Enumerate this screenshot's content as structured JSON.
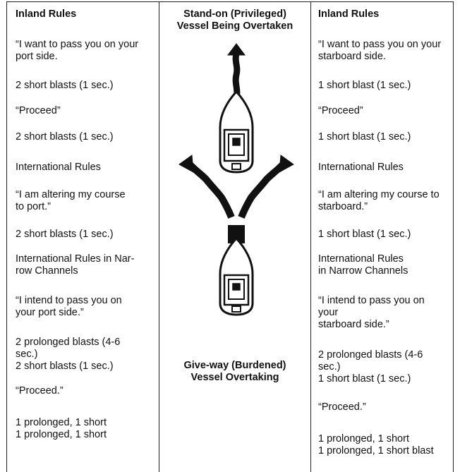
{
  "left": {
    "heading": "Inland Rules",
    "lines": [
      [
        "“I want to pass you on your",
        "port side."
      ],
      [
        "2 short blasts (1 sec.)"
      ],
      [
        " “Proceed”"
      ],
      [
        "2 short blasts (1 sec.)"
      ],
      [
        "International Rules"
      ],
      [
        "“I am altering my course",
        "to port.”"
      ],
      [
        "2 short blasts (1 sec.)"
      ],
      [
        "International Rules in  Nar-",
        "row Channels"
      ],
      [
        "“I intend to pass you on",
        "your port side.”"
      ],
      [
        "2 prolonged blasts (4-6",
        "sec.)",
        "2 short blasts (1 sec.)"
      ],
      [
        "“Proceed.”"
      ],
      [
        "1 prolonged, 1 short",
        "1 prolonged, 1 short"
      ]
    ]
  },
  "middle": {
    "top_heading": [
      "Stand-on (Privileged)",
      "Vessel Being Overtaken"
    ],
    "bottom_heading": [
      "Give-way (Burdened)",
      "Vessel  Overtaking"
    ]
  },
  "right": {
    "heading": "Inland Rules",
    "lines": [
      [
        "“I want to pass you on your",
        "starboard side."
      ],
      [
        "1 short blast (1 sec.)"
      ],
      [
        " “Proceed”"
      ],
      [
        "1 short blast (1 sec.)"
      ],
      [
        "International Rules"
      ],
      [
        "“I am altering my course to",
        "starboard.”"
      ],
      [
        "1 short blast (1 sec.)"
      ],
      [
        "International Rules",
        "in Narrow Channels"
      ],
      [
        "“I intend to pass you on",
        "your",
        "starboard side.”"
      ],
      [
        "2 prolonged blasts (4-6",
        "sec.)",
        "1 short blast (1 sec.)"
      ],
      [
        "“Proceed.”"
      ],
      [
        "1 prolonged, 1 short",
        "1 prolonged, 1 short blast"
      ]
    ]
  }
}
